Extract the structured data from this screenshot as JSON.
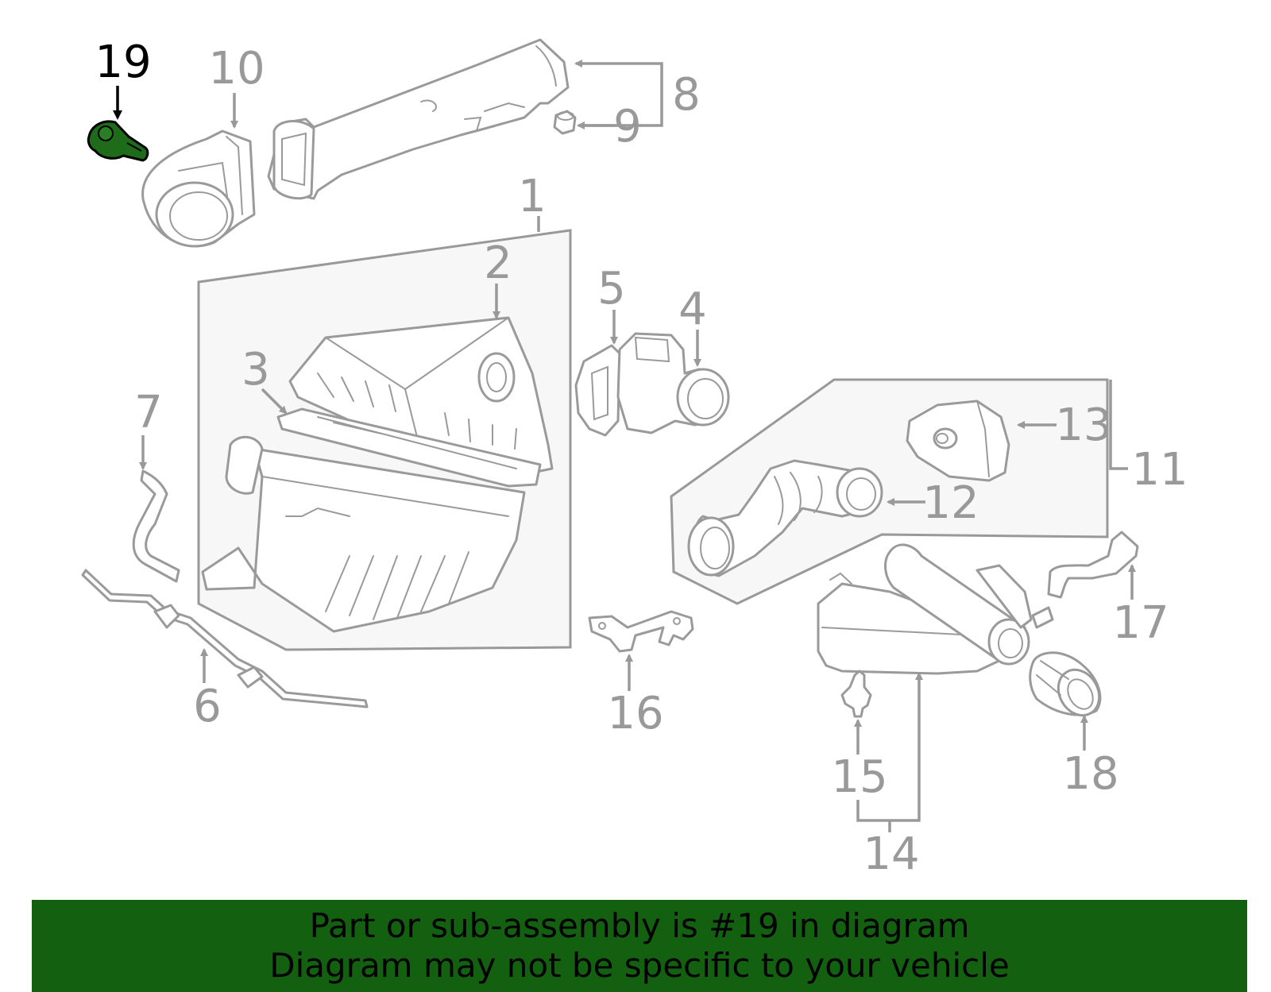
{
  "diagram": {
    "highlight_color": "#1e6b1a",
    "callouts": [
      "19",
      "10",
      "8",
      "9",
      "1",
      "2",
      "3",
      "4",
      "5",
      "7",
      "6",
      "13",
      "11",
      "12",
      "17",
      "16",
      "15",
      "14",
      "18"
    ]
  },
  "banner": {
    "background": "#136010",
    "line1": "Part or sub-assembly is #19 in diagram",
    "line2": "Diagram may not be specific to your vehicle"
  }
}
